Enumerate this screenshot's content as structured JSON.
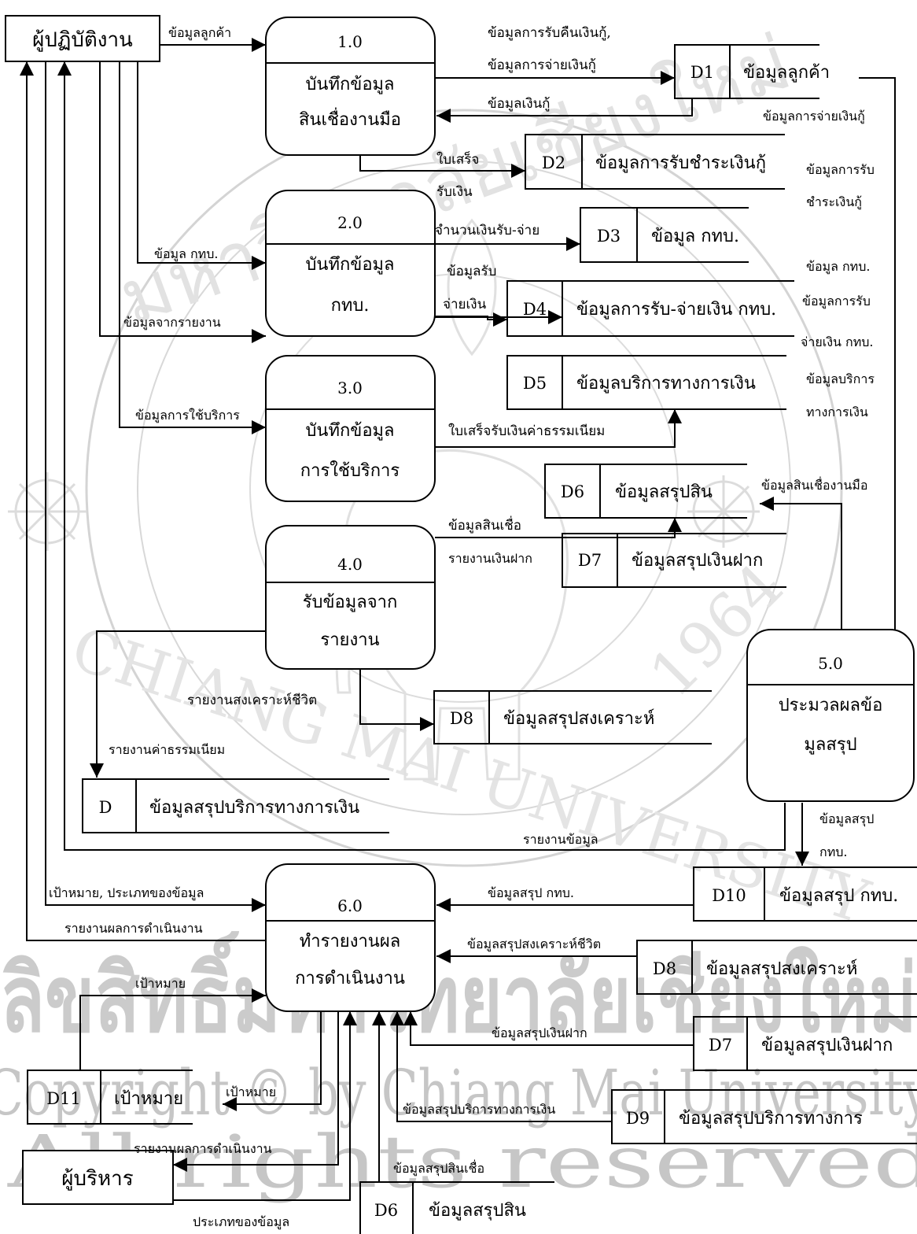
{
  "entities": {
    "operator": "ผู้ปฏิบัติงาน",
    "executive": "ผู้บริหาร"
  },
  "processes": {
    "p1": {
      "id": "1.0",
      "line1": "บันทึกข้อมูล",
      "line2": "สินเชื่องานมือ"
    },
    "p2": {
      "id": "2.0",
      "line1": "บันทึกข้อมูล",
      "line2": "กทบ."
    },
    "p3": {
      "id": "3.0",
      "line1": "บันทึกข้อมูล",
      "line2": "การใช้บริการ"
    },
    "p4": {
      "id": "4.0",
      "line1": "รับข้อมูลจาก",
      "line2": "รายงาน"
    },
    "p5": {
      "id": "5.0",
      "line1": "ประมวลผลข้อ",
      "line2": "มูลสรุป"
    },
    "p6": {
      "id": "6.0",
      "line1": "ทำรายงานผล",
      "line2": "การดำเนินงาน"
    }
  },
  "stores": {
    "d1": {
      "id": "D1",
      "name": "ข้อมูลลูกค้า"
    },
    "d2": {
      "id": "D2",
      "name": "ข้อมูลการรับชำระเงินกู้"
    },
    "d3": {
      "id": "D3",
      "name": "ข้อมูล กทบ."
    },
    "d4": {
      "id": "D4",
      "name": "ข้อมูลการรับ-จ่ายเงิน กทบ."
    },
    "d5": {
      "id": "D5",
      "name": "ข้อมูลบริการทางการเงิน"
    },
    "d6": {
      "id": "D6",
      "name": "ข้อมูลสรุปสิน"
    },
    "d7": {
      "id": "D7",
      "name": "ข้อมูลสรุปเงินฝาก"
    },
    "d8": {
      "id": "D8",
      "name": "ข้อมูลสรุปสงเคราะห์"
    },
    "d_fin": {
      "id": "D",
      "name": "ข้อมูลสรุปบริการทางการเงิน"
    },
    "d10": {
      "id": "D10",
      "name": "ข้อมูลสรุป กทบ."
    },
    "d8b": {
      "id": "D8",
      "name": "ข้อมูลสรุปสงเคราะห์"
    },
    "d7b": {
      "id": "D7",
      "name": "ข้อมูลสรุปเงินฝาก"
    },
    "d11": {
      "id": "D11",
      "name": "เป้าหมาย"
    },
    "d9": {
      "id": "D9",
      "name": "ข้อมูลสรุปบริการทางการ"
    },
    "d6b": {
      "id": "D6",
      "name": "ข้อมูลสรุปสิน"
    }
  },
  "flows": {
    "customer_info": "ข้อมูลลูกค้า",
    "loan_repay_info": "ข้อมูลการรับคืนเงินกู้,",
    "loan_pay_info": "ข้อมูลการจ่ายเงินกู้",
    "loan_info": "ข้อมูลเงินกู้",
    "loan_pay_info_right": "ข้อมูลการจ่ายเงินกู้",
    "receipt": "ใบเสร็จ",
    "receipt2": "รับเงิน",
    "repay_right1": "ข้อมูลการรับ",
    "repay_right2": "ชำระเงินกู้",
    "kthb_info": "ข้อมูล กทบ.",
    "amount_in_out": "จำนวนเงินรับ-จ่าย",
    "recv_info1": "ข้อมูลรับ",
    "recv_info2": "จ่ายเงิน",
    "kthb_right": "ข้อมูล กทบ.",
    "recv_right1": "ข้อมูลการรับ",
    "recv_right2": "จ่ายเงิน กทบ.",
    "service_right1": "ข้อมูลบริการ",
    "service_right2": "ทางการเงิน",
    "service_use": "ข้อมูลการใช้บริการ",
    "fee_receipt": "ใบเสร็จรับเงินค่าธรรมเนียม",
    "handcraft_loan": "ข้อมูลสินเชื่องานมือ",
    "credit_info": "ข้อมูลสินเชื่อ",
    "from_report": "ข้อมูลจากรายงาน",
    "deposit_report": "รายงานเงินฝาก",
    "welfare_report": "รายงานสงเคราะห์ชีวิต",
    "fee_report": "รายงานค่าธรรมเนียม",
    "kthb_summary1": "ข้อมูลสรุป",
    "kthb_summary2": "กทบ.",
    "data_report": "รายงานข้อมูล",
    "goals_types": "เป้าหมาย, ประเภทของข้อมูล",
    "kthb_summary_in": "ข้อมูลสรุป กทบ.",
    "performance_report": "รายงานผลการดำเนินงาน",
    "welfare_summary": "ข้อมูลสรุปสงเคราะห์ชีวิต",
    "goal": "เป้าหมาย",
    "deposit_summary": "ข้อมูลสรุปเงินฝาก",
    "goal_back": "เป้าหมาย",
    "fin_service_summary": "ข้อมูลสรุปบริการทางการเงิน",
    "perf_report_exec": "รายงานผลการดำเนินงาน",
    "credit_summary": "ข้อมูลสรุปสินเชื่อ",
    "data_types": "ประเภทของข้อมูล"
  },
  "watermark": {
    "univ_name": "มหาวิทยาลัยเชียงใหม่",
    "univ_latin": "CHIANG MAI UNIVERSITY",
    "year": "1964",
    "band1": "ลิขสิทธิ์มหาวิทยาลัยเชียงใหม่",
    "band2": "Copyright © by Chiang Mai University",
    "band3": "All rights reserved"
  }
}
